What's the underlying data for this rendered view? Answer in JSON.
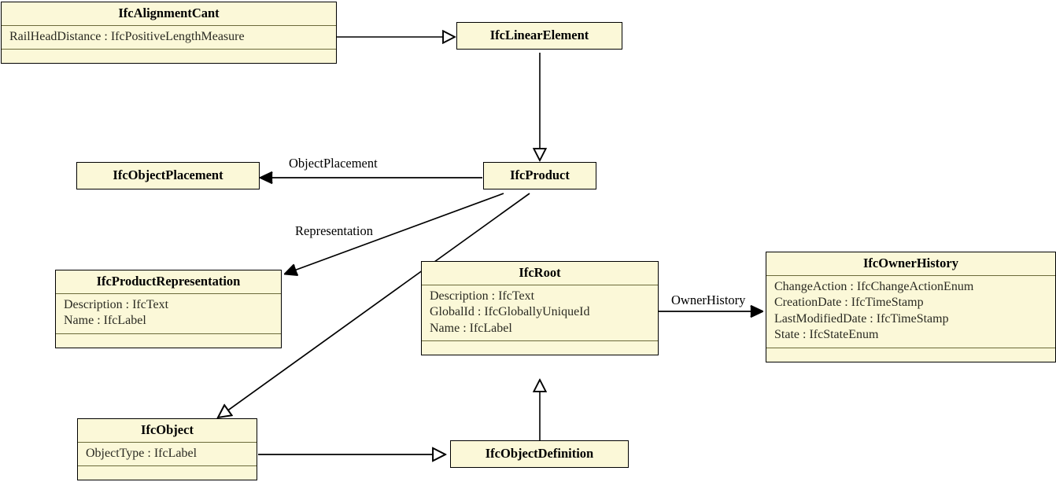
{
  "diagram": {
    "type": "uml-class-diagram",
    "title": "IFC Product / Root inheritance diagram",
    "colors": {
      "class_fill": "#fbf8d8",
      "class_border": "#000000",
      "compartment_separator": "#6b6a3a",
      "edge": "#000000",
      "background": "#ffffff"
    },
    "classes": [
      {
        "id": "IfcAlignmentCant",
        "name": "IfcAlignmentCant",
        "attributes": [
          "RailHeadDistance : IfcPositiveLengthMeasure"
        ],
        "operations": [],
        "has_operations_compartment": true
      },
      {
        "id": "IfcLinearElement",
        "name": "IfcLinearElement",
        "attributes": [],
        "operations": [],
        "has_operations_compartment": false
      },
      {
        "id": "IfcObjectPlacement",
        "name": "IfcObjectPlacement",
        "attributes": [],
        "operations": [],
        "has_operations_compartment": false
      },
      {
        "id": "IfcProduct",
        "name": "IfcProduct",
        "attributes": [],
        "operations": [],
        "has_operations_compartment": false
      },
      {
        "id": "IfcProductRepresentation",
        "name": "IfcProductRepresentation",
        "attributes": [
          "Description : IfcText",
          "Name : IfcLabel"
        ],
        "operations": [],
        "has_operations_compartment": true
      },
      {
        "id": "IfcRoot",
        "name": "IfcRoot",
        "attributes": [
          "Description : IfcText",
          "GlobalId : IfcGloballyUniqueId",
          "Name : IfcLabel"
        ],
        "operations": [],
        "has_operations_compartment": true
      },
      {
        "id": "IfcOwnerHistory",
        "name": "IfcOwnerHistory",
        "attributes": [
          "ChangeAction : IfcChangeActionEnum",
          "CreationDate : IfcTimeStamp",
          "LastModifiedDate : IfcTimeStamp",
          "State : IfcStateEnum"
        ],
        "operations": [],
        "has_operations_compartment": true
      },
      {
        "id": "IfcObject",
        "name": "IfcObject",
        "attributes": [
          "ObjectType : IfcLabel"
        ],
        "operations": [],
        "has_operations_compartment": true
      },
      {
        "id": "IfcObjectDefinition",
        "name": "IfcObjectDefinition",
        "attributes": [],
        "operations": [],
        "has_operations_compartment": false
      }
    ],
    "relationships": [
      {
        "id": "rel-cant-linear",
        "from": "IfcAlignmentCant",
        "to": "IfcLinearElement",
        "kind": "generalization",
        "arrowhead": "hollow-triangle",
        "label": ""
      },
      {
        "id": "rel-linear-product",
        "from": "IfcLinearElement",
        "to": "IfcProduct",
        "kind": "generalization",
        "arrowhead": "hollow-triangle",
        "label": ""
      },
      {
        "id": "rel-product-placement",
        "from": "IfcProduct",
        "to": "IfcObjectPlacement",
        "kind": "association",
        "arrowhead": "open-arrow",
        "label": "ObjectPlacement"
      },
      {
        "id": "rel-product-representation",
        "from": "IfcProduct",
        "to": "IfcProductRepresentation",
        "kind": "association",
        "arrowhead": "open-arrow",
        "label": "Representation"
      },
      {
        "id": "rel-product-object",
        "from": "IfcProduct",
        "to": "IfcObject",
        "kind": "generalization",
        "arrowhead": "hollow-triangle",
        "label": ""
      },
      {
        "id": "rel-root-ownerhistory",
        "from": "IfcRoot",
        "to": "IfcOwnerHistory",
        "kind": "association",
        "arrowhead": "open-arrow",
        "label": "OwnerHistory"
      },
      {
        "id": "rel-objectdef-root",
        "from": "IfcObjectDefinition",
        "to": "IfcRoot",
        "kind": "generalization",
        "arrowhead": "hollow-triangle",
        "label": ""
      },
      {
        "id": "rel-object-objectdef",
        "from": "IfcObject",
        "to": "IfcObjectDefinition",
        "kind": "generalization",
        "arrowhead": "hollow-triangle",
        "label": ""
      }
    ],
    "edge_labels": [
      {
        "id": "label-objectplacement",
        "text": "ObjectPlacement"
      },
      {
        "id": "label-representation",
        "text": "Representation"
      },
      {
        "id": "label-ownerhistory",
        "text": "OwnerHistory"
      }
    ]
  }
}
